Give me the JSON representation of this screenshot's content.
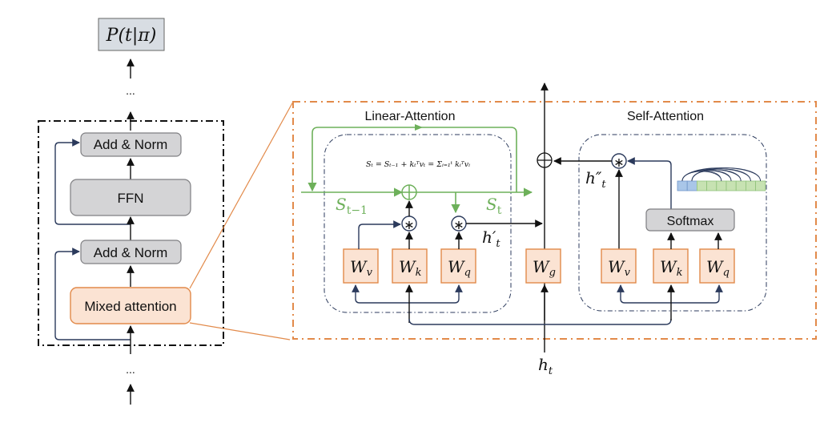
{
  "left_stack": {
    "output_label": "P(t|π)",
    "ellipsis_top": "...",
    "ellipsis_bottom": "...",
    "add_norm_top": "Add & Norm",
    "ffn": "FFN",
    "add_norm_bottom": "Add & Norm",
    "mixed_attention": "Mixed attention"
  },
  "linear_attention": {
    "title": "Linear-Attention",
    "formula": "Sₜ = Sₜ₋₁ + kₜᵀvₜ = Σᵢ₌₁ᵗ kᵢᵀvᵢ",
    "state_prev": "S",
    "state_prev_sub": "t−1",
    "state_next": "S",
    "state_next_sub": "t",
    "output_label": "h′",
    "output_sub": "t",
    "weights": [
      {
        "main": "W",
        "sub": "v"
      },
      {
        "main": "W",
        "sub": "k"
      },
      {
        "main": "W",
        "sub": "q"
      }
    ],
    "multiply_symbol": "∗"
  },
  "gate": {
    "main": "W",
    "sub": "g"
  },
  "input_label": {
    "main": "h",
    "sub": "t"
  },
  "self_attention": {
    "title": "Self-Attention",
    "softmax": "Softmax",
    "output_label": "h″",
    "output_sub": "t",
    "weights": [
      {
        "main": "W",
        "sub": "v"
      },
      {
        "main": "W",
        "sub": "k"
      },
      {
        "main": "W",
        "sub": "q"
      }
    ],
    "multiply_symbol": "∗"
  },
  "colors": {
    "linear_state": "#6db05a",
    "weight_fill": "#fbe3d3",
    "weight_stroke": "#e28a4a",
    "gray_block": "#d4d4d6",
    "navy": "#2b3a5c",
    "token_blue": "#a9c6e8",
    "token_green": "#c7e2b2"
  }
}
